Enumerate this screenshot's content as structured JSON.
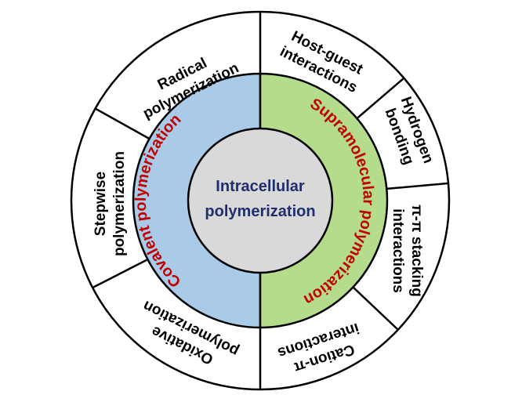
{
  "center": {
    "line1": "Intracellular",
    "line2": "polymerization",
    "color": "#1f2f6e",
    "fill": "#d9d9d9"
  },
  "ring": {
    "left_label": "Covalent polymerization",
    "right_label": "Supramolecular polymerization",
    "left_fill": "#a9cbe7",
    "right_fill": "#b4dc8c",
    "label_color": "#c00000"
  },
  "segments": {
    "radical": {
      "line1": "Radical",
      "line2": "polymerization"
    },
    "host_guest": {
      "line1": "Host-guest",
      "line2": "interactions"
    },
    "hydrogen": {
      "line1": "Hydrogen",
      "line2": "bonding"
    },
    "pi_pi": {
      "line1": "π-π stacking",
      "line2": "interactions"
    },
    "cation_pi": {
      "line1": "Cation-π",
      "line2": "interactions"
    },
    "oxidative": {
      "line1": "Oxidative",
      "line2": "polymerization"
    },
    "stepwise": {
      "line1": "Stepwise",
      "line2": "polymerization"
    }
  }
}
